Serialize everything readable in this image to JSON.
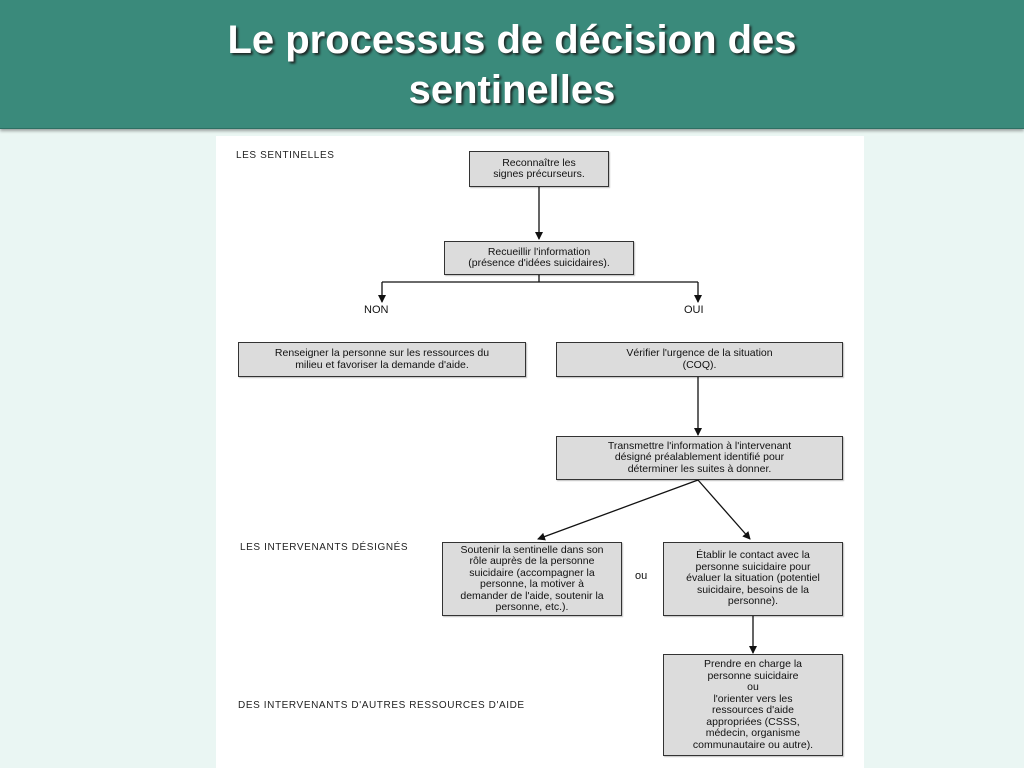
{
  "slide": {
    "title_line1": "Le processus de décision des",
    "title_line2": "sentinelles"
  },
  "sections": {
    "sentinelles": "LES SENTINELLES",
    "intervenants": "LES INTERVENANTS DÉSIGNÉS",
    "autres": "DES INTERVENANTS D'AUTRES RESSOURCES D'AIDE"
  },
  "boxes": {
    "reconnaitre": "Reconnaître les\nsignes précurseurs.",
    "recueillir": "Recueillir l'information\n(présence d'idées suicidaires).",
    "renseigner": "Renseigner la personne sur les ressources du\nmilieu et favoriser la demande d'aide.",
    "verifier": "Vérifier  l'urgence de la situation\n(COQ).",
    "transmettre": "Transmettre l'information à l'intervenant\ndésigné préalablement identifié pour\ndéterminer les suites à donner.",
    "soutenir": "Soutenir la sentinelle dans son\nrôle auprès de la personne\nsuicidaire (accompagner la\npersonne, la motiver à\ndemander de l'aide, soutenir la\npersonne, etc.).",
    "etablir": "Établir le contact avec la\npersonne suicidaire pour\névaluer la situation (potentiel\nsuicidaire, besoins de la\npersonne).",
    "prendre": "Prendre en charge la\npersonne suicidaire\nou\nl'orienter vers les\nressources d'aide\nappropriées (CSSS,\nmédecin, organisme\ncommunautaire ou autre)."
  },
  "labels": {
    "non": "NON",
    "oui": "OUI",
    "ou": "ou"
  },
  "colors": {
    "header_bg": "#3a8a7b",
    "page_bg": "#eaf6f3",
    "box_fill": "#dcdcdc",
    "box_border": "#333333"
  }
}
